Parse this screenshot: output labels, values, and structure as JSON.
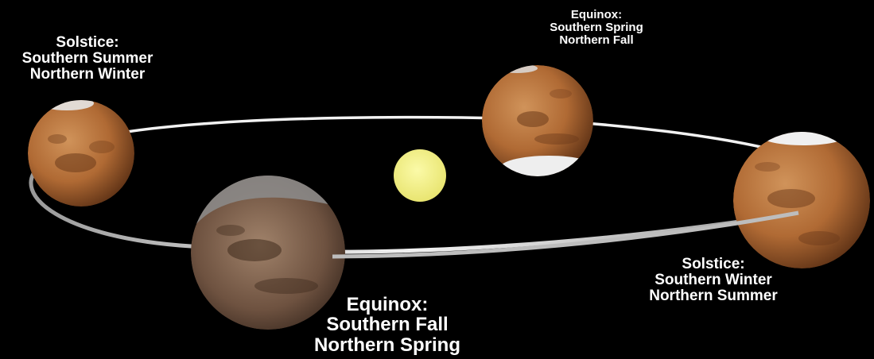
{
  "labels": {
    "top_left": {
      "line1": "Solstice:",
      "line2": "Southern Summer",
      "line3": "Northern Winter"
    },
    "top_right": {
      "line1": "Equinox:",
      "line2": "Southern Spring",
      "line3": "Northern Fall"
    },
    "bottom_right": {
      "line1": "Solstice:",
      "line2": "Southern Winter",
      "line3": "Northern Summer"
    },
    "bottom_center": {
      "line1": "Equinox:",
      "line2": "Southern Fall",
      "line3": "Northern Spring"
    }
  },
  "colors": {
    "background": "#000000",
    "sun": "#f0ef7e",
    "mars": "#b8733c",
    "orbit": "#d8d8d8",
    "polar_cap": "#e6e6e6"
  }
}
